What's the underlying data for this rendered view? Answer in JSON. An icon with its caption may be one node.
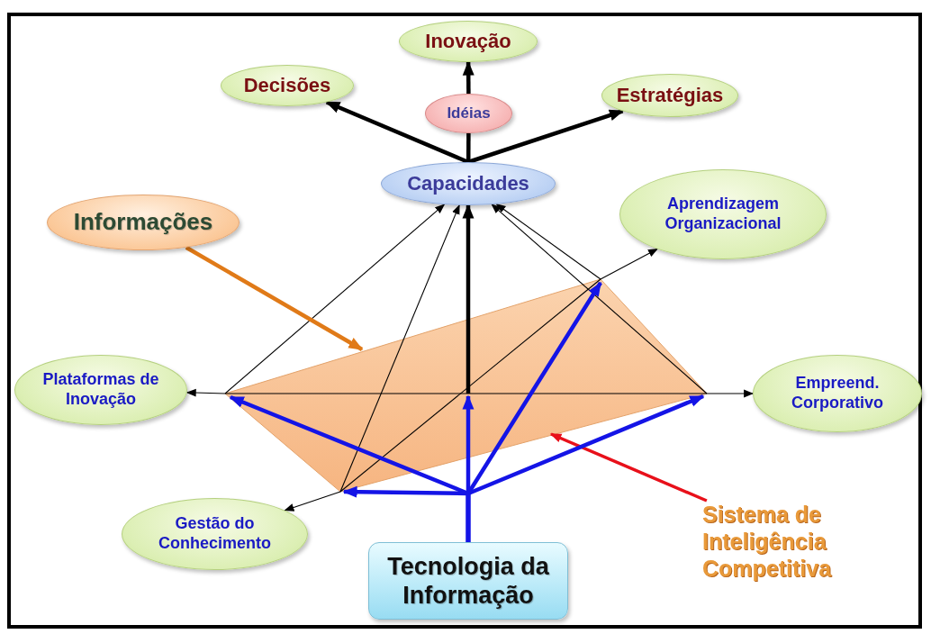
{
  "diagram": {
    "nodes": [
      {
        "text": [
          "Inovação"
        ]
      },
      {
        "text": [
          "Decisões"
        ]
      },
      {
        "text": [
          "Idéias"
        ]
      },
      {
        "text": [
          "Estratégias"
        ]
      },
      {
        "text": [
          "Capacidades"
        ]
      },
      {
        "text": [
          "Informações"
        ]
      },
      {
        "text": [
          "Aprendizagem Organizacional"
        ]
      },
      {
        "text": [
          "Plataformas de Inovação"
        ]
      },
      {
        "text": [
          "Empreend. Corporativo"
        ]
      },
      {
        "text": [
          "Gestão do Conhecimento"
        ]
      },
      {
        "text": [
          "Tecnologia da Informação"
        ]
      },
      {
        "text": [
          "Sistema de Inteligência Competitiva"
        ]
      },
      {
        "text": [],
        "shape": "parallelogram"
      }
    ],
    "edges": [
      {
        "from": 4,
        "to": 2,
        "arrow": "none"
      },
      {
        "from": 2,
        "to": 0,
        "arrow": "to"
      },
      {
        "from": 4,
        "to": 1,
        "arrow": "to"
      },
      {
        "from": 4,
        "to": 3,
        "arrow": "to"
      },
      {
        "from": 12,
        "to": 4,
        "arrow": "to"
      },
      {
        "from": 12,
        "to": 4,
        "arrow": "to"
      },
      {
        "from": 12,
        "to": 4,
        "arrow": "to"
      },
      {
        "from": 12,
        "to": 4,
        "arrow": "to"
      },
      {
        "from": 12,
        "to": 4,
        "arrow": "to"
      },
      {
        "from": 12,
        "to": 7,
        "arrow": "to"
      },
      {
        "from": 12,
        "to": 8,
        "arrow": "to"
      },
      {
        "from": 12,
        "to": 9,
        "arrow": "to"
      },
      {
        "from": 12,
        "to": 6,
        "arrow": "to"
      },
      {
        "from": 5,
        "to": 12,
        "arrow": "to",
        "color": "#e07a18"
      },
      {
        "from": 11,
        "to": 12,
        "arrow": "to",
        "color": "#e8101a"
      },
      {
        "from": 10,
        "to": 12,
        "arrow": "to",
        "color": "#1414e6"
      },
      {
        "from": 10,
        "to": 12,
        "arrow": "to",
        "color": "#1414e6"
      },
      {
        "from": 10,
        "to": 12,
        "arrow": "to",
        "color": "#1414e6"
      },
      {
        "from": 10,
        "to": 12,
        "arrow": "to",
        "color": "#1414e6"
      },
      {
        "from": 10,
        "to": 12,
        "arrow": "to",
        "color": "#1414e6"
      }
    ]
  }
}
